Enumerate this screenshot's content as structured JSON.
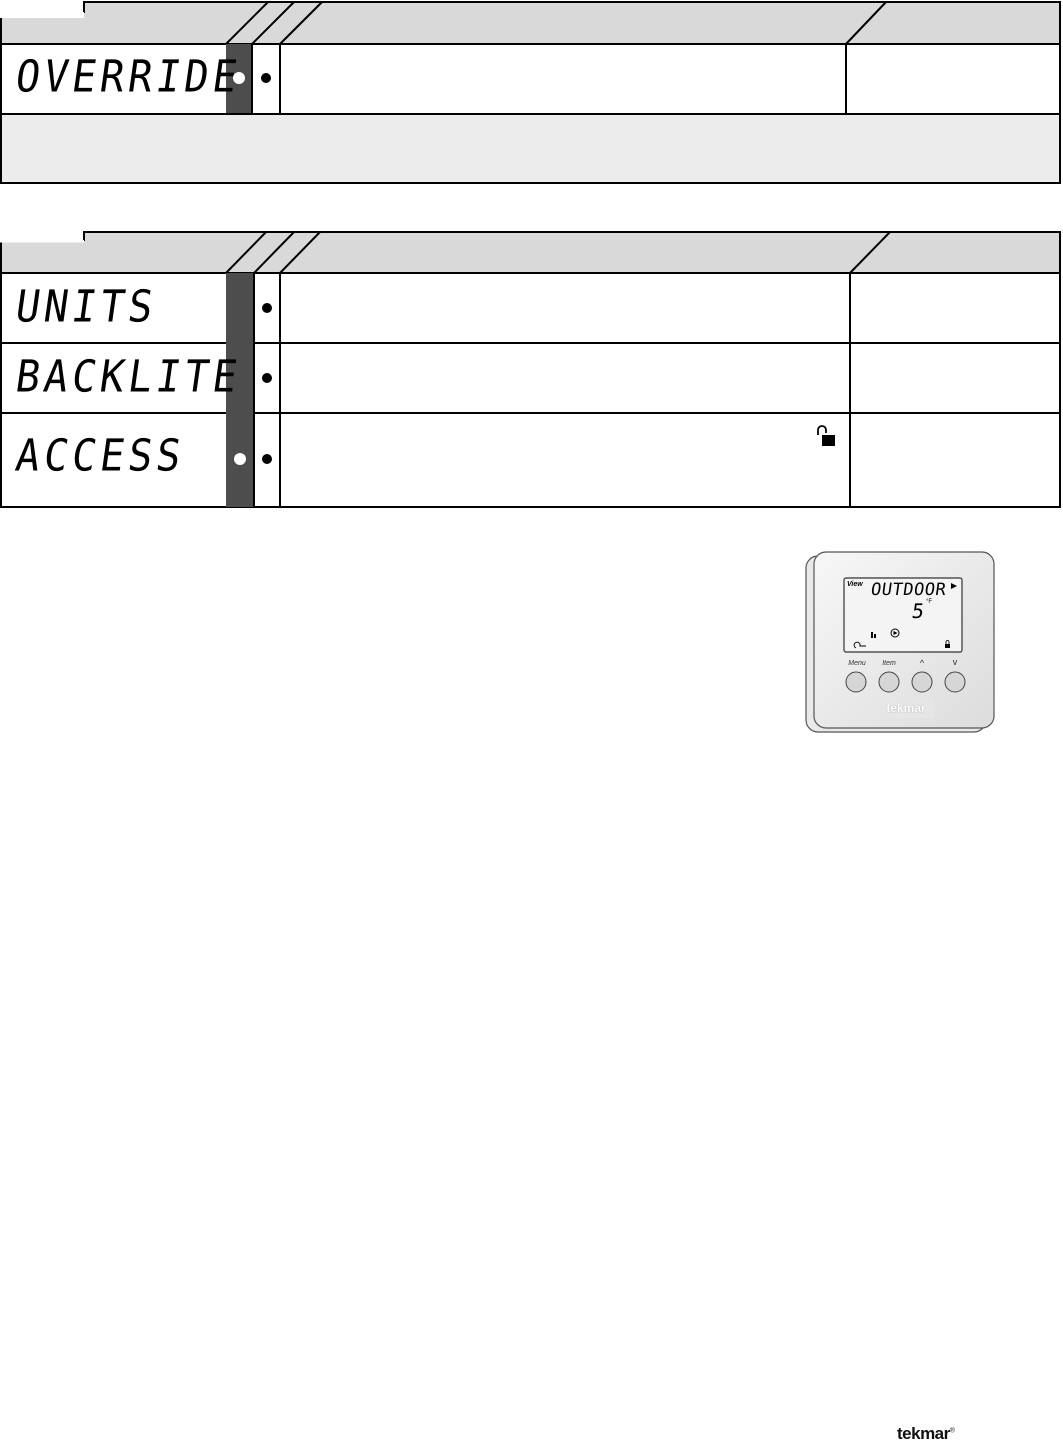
{
  "tables": [
    {
      "rows": [
        {
          "display": "OVERRIDE",
          "col1_dot": true,
          "col2_dot": true
        }
      ]
    },
    {
      "rows": [
        {
          "display": "UNITS",
          "col1_dot": false,
          "col2_dot": true
        },
        {
          "display": "BACKLITE",
          "col1_dot": false,
          "col2_dot": true
        },
        {
          "display": "ACCESS",
          "col1_dot": true,
          "col2_dot": true
        }
      ]
    }
  ],
  "access_icon": "unlocked-padlock-icon",
  "thermostat": {
    "screen_view_label": "View",
    "screen_line1": "OUTDOOR",
    "screen_line2": "5",
    "screen_unit": "°F",
    "buttons": [
      "Menu",
      "Item",
      "^",
      "v"
    ],
    "brand": "tekmar"
  },
  "footer_brand": "tekmar",
  "footer_brand_mark": "®"
}
